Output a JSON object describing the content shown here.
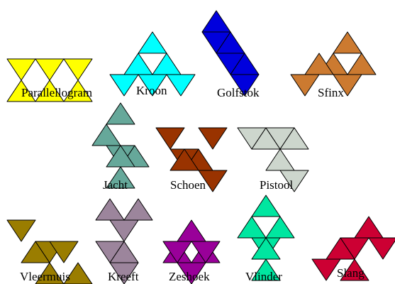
{
  "shapes": [
    {
      "id": "parallellogram",
      "label": "Parallellogram",
      "color": "#ffff00"
    },
    {
      "id": "kroon",
      "label": "Kroon",
      "color": "#00ffff"
    },
    {
      "id": "golfstok",
      "label": "Golfstok",
      "color": "#0000dd"
    },
    {
      "id": "sfinx",
      "label": "Sfinx",
      "color": "#cc7a30"
    },
    {
      "id": "jacht",
      "label": "Jacht",
      "color": "#66a89a"
    },
    {
      "id": "schoen",
      "label": "Schoen",
      "color": "#993300"
    },
    {
      "id": "pistool",
      "label": "Pistool",
      "color": "#cdd6cd"
    },
    {
      "id": "vleermuis",
      "label": "Vleermuis",
      "color": "#9a7d00"
    },
    {
      "id": "kreeft",
      "label": "Kreeft",
      "color": "#9c859c"
    },
    {
      "id": "zeshoek",
      "label": "Zeshoek",
      "color": "#990099"
    },
    {
      "id": "vlinder",
      "label": "Vlinder",
      "color": "#00e6a0"
    },
    {
      "id": "slang",
      "label": "Slang",
      "color": "#cc0033"
    }
  ]
}
